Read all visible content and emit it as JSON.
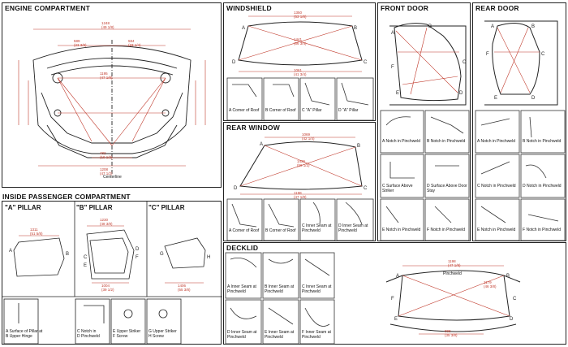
{
  "sections": {
    "engine": "ENGINE COMPARTMENT",
    "windshield": "WINDSHIELD",
    "front_door": "FRONT DOOR",
    "rear_door": "REAR DOOR",
    "rear_window": "REAR WINDOW",
    "inside": "INSIDE PASSENGER COMPARTMENT",
    "decklid": "DECKLID"
  },
  "pillars": {
    "a": "\"A\" PILLAR",
    "b": "\"B\" PILLAR",
    "c": "\"C\" PILLAR"
  },
  "engine": {
    "centerline": "Centerline",
    "dims": [
      {
        "v": "1248",
        "i": "(49 1/8)"
      },
      {
        "v": "589",
        "i": "(23 3/8)"
      },
      {
        "v": "584",
        "i": "(23 1/4)"
      },
      {
        "v": "1195",
        "i": "(47 1/8)"
      },
      {
        "v": "1208",
        "i": "(47 1/2)"
      },
      {
        "v": "482",
        "i": "(19 1/2)"
      }
    ]
  },
  "windshield": {
    "dims": [
      {
        "v": "1350",
        "i": "(53 1/8)"
      },
      {
        "v": "1441",
        "i": "(56 3/4)"
      },
      {
        "v": "1061",
        "i": "(41 3/4)"
      }
    ],
    "captions": [
      {
        "letter": "A",
        "text": "Corner of Roof"
      },
      {
        "letter": "B",
        "text": "Corner of Roof"
      },
      {
        "letter": "C",
        "text": "\"A\" Pillar"
      },
      {
        "letter": "D",
        "text": "\"A\" Pillar"
      }
    ]
  },
  "rear_window": {
    "dims": [
      {
        "v": "1069",
        "i": "(42 1/4)"
      },
      {
        "v": "1436",
        "i": "(56 1/2)"
      },
      {
        "v": "1198",
        "i": "(47 1/8)"
      }
    ],
    "captions": [
      {
        "letter": "A",
        "text": "Corner of Roof"
      },
      {
        "letter": "B",
        "text": "Corner of Roof"
      },
      {
        "letter": "C",
        "text": "Inner Seam at Pinchweld"
      },
      {
        "letter": "D",
        "text": "Inner Seam at Pinchweld"
      }
    ]
  },
  "front_door": {
    "captions": [
      {
        "letter": "A",
        "text": "Notch in Pinchweld"
      },
      {
        "letter": "B",
        "text": "Notch in Pinchweld"
      },
      {
        "letter": "C",
        "text": "Surface Above Striker"
      },
      {
        "letter": "D",
        "text": "Surface Above Door Stay"
      },
      {
        "letter": "E",
        "text": "Notch in Pinchweld"
      },
      {
        "letter": "F",
        "text": "Notch in Pinchweld"
      }
    ]
  },
  "rear_door": {
    "captions": [
      {
        "letter": "A",
        "text": "Notch in Pinchweld"
      },
      {
        "letter": "B",
        "text": "Notch in Pinchweld"
      },
      {
        "letter": "C",
        "text": "Notch in Pinchweld"
      },
      {
        "letter": "D",
        "text": "Notch in Pinchweld"
      },
      {
        "letter": "E",
        "text": "Notch in Pinchweld"
      },
      {
        "letter": "F",
        "text": "Notch in Pinchweld"
      }
    ]
  },
  "inside": {
    "captions": [
      {
        "letter": "A",
        "text": "Surface of Pillar at"
      },
      {
        "letter": "B",
        "text": "Upper Hinge"
      },
      {
        "letter": "C",
        "text": "Notch in"
      },
      {
        "letter": "D",
        "text": "Pinchweld"
      },
      {
        "letter": "E",
        "text": "Upper Striker"
      },
      {
        "letter": "F",
        "text": "Screw"
      },
      {
        "letter": "G",
        "text": "Upper Striker"
      },
      {
        "letter": "H",
        "text": "Screw"
      }
    ],
    "dims": [
      {
        "v": "1311",
        "i": "(51 5/8)"
      },
      {
        "v": "1230",
        "i": "(48 3/8)"
      },
      {
        "v": "1004",
        "i": "(39 1/2)"
      },
      {
        "v": "1406",
        "i": "(55 3/8)"
      }
    ]
  },
  "decklid": {
    "captions": [
      {
        "letter": "A",
        "text": "Inner Seam at Pinchweld"
      },
      {
        "letter": "B",
        "text": "Inner Seam at Pinchweld"
      },
      {
        "letter": "C",
        "text": "Inner Seam at Pinchweld"
      },
      {
        "letter": "D",
        "text": "Inner Seam at Pinchweld"
      },
      {
        "letter": "E",
        "text": "Inner Seam at Pinchweld"
      },
      {
        "letter": "F",
        "text": "Inner Seam at Pinchweld"
      }
    ],
    "dims": [
      {
        "v": "1198",
        "i": "(47 1/8)"
      },
      {
        "v": "1179",
        "i": "(46 3/8)"
      },
      {
        "v": "898",
        "i": "(35 3/8)"
      }
    ],
    "pinchweld": "Pinchweld"
  }
}
